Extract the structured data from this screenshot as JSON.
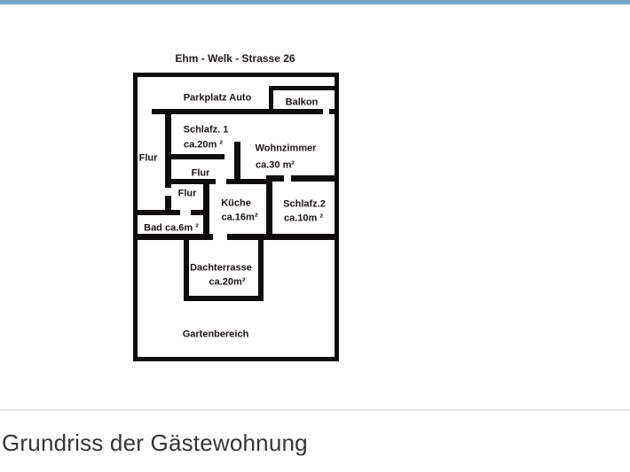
{
  "colors": {
    "topbar": "#74a5c6",
    "wall": "#0f0d0b",
    "divider": "#e4e4e4"
  },
  "plan": {
    "title": "Ehm - Welk - Strasse 26",
    "labels": {
      "parkplatz": "Parkplatz Auto",
      "balkon": "Balkon",
      "schlafz1_name": "Schlafz. 1",
      "schlafz1_size": "ca.20m ²",
      "flur_left": "Flur",
      "wohnzimmer_name": "Wohnzimmer",
      "wohnzimmer_size": "ca.30 m²",
      "flur_mid": "Flur",
      "flur_low": "Flur",
      "kueche_name": "Küche",
      "kueche_size": "ca.16m²",
      "schlafz2_name": "Schlafz.2",
      "schlafz2_size": "ca.10m ²",
      "bad": "Bad ca.6m ²",
      "dachterrasse_name": "Dachterrasse",
      "dachterrasse_size": "ca.20m²",
      "garten": "Gartenbereich"
    }
  },
  "caption": "Grundriss der Gästewohnung"
}
